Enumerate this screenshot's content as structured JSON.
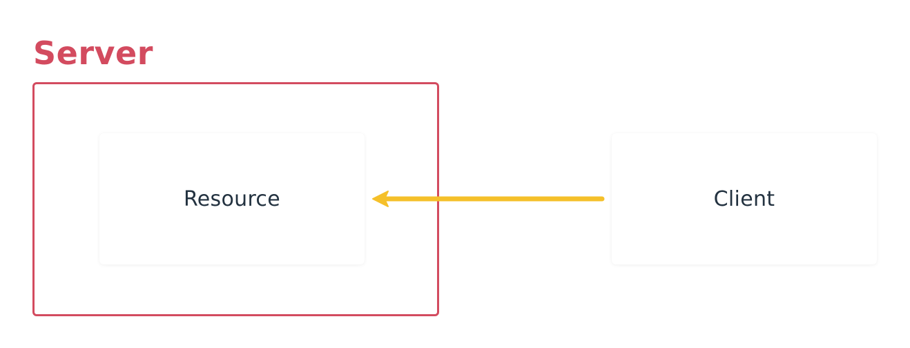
{
  "diagram": {
    "server": {
      "title": "Server",
      "color": "#d34b5f"
    },
    "nodes": {
      "resource": {
        "label": "Resource"
      },
      "client": {
        "label": "Client"
      }
    },
    "edges": [
      {
        "from": "client",
        "to": "resource",
        "color": "#f5c02a"
      }
    ],
    "colors": {
      "text": "#233240",
      "card_background": "#ffffff"
    }
  }
}
